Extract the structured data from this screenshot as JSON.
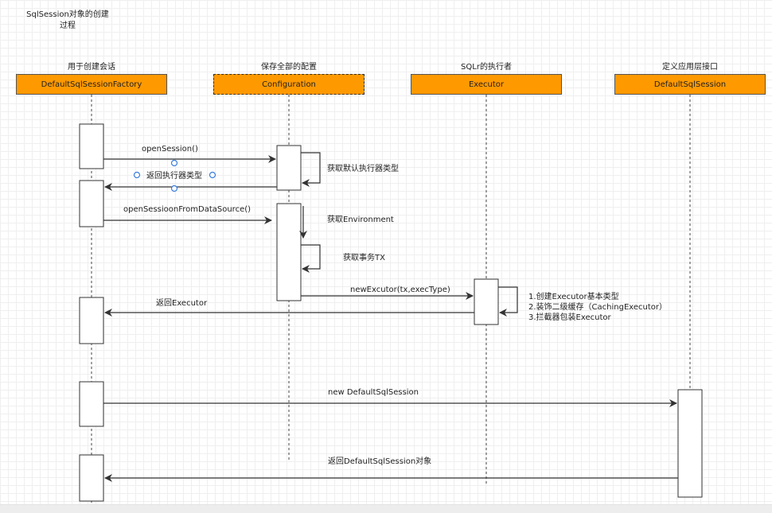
{
  "title": "SqlSession对象的创建过程",
  "participants": [
    {
      "id": "factory",
      "role": "用于创建会话",
      "name": "DefaultSqlSessionFactory"
    },
    {
      "id": "config",
      "role": "保存全部的配置",
      "name": "Configuration"
    },
    {
      "id": "executor",
      "role": "SQLr的执行者",
      "name": "Executor"
    },
    {
      "id": "session",
      "role": "定义应用层接口",
      "name": "DefaultSqlSession"
    }
  ],
  "messages": {
    "open_session": "openSession()",
    "return_executor_type": "返回执行器类型",
    "open_from_datasource": "openSessioonFromDataSource()",
    "new_executor": "newExcutor(tx,execType)",
    "return_executor": "返回Executor",
    "new_default_session": "new DefaultSqlSession",
    "return_session_object": "返回DefaultSqlSession对象"
  },
  "self_calls": {
    "get_default_executor_type": "获取默认执行器类型",
    "get_environment": "获取Environment",
    "get_tx": "获取事务TX"
  },
  "executor_notes": [
    "1.创建Executor基本类型",
    "2.装饰二级缓存（CachingExecutor）",
    "3.拦截器包装Executor"
  ]
}
